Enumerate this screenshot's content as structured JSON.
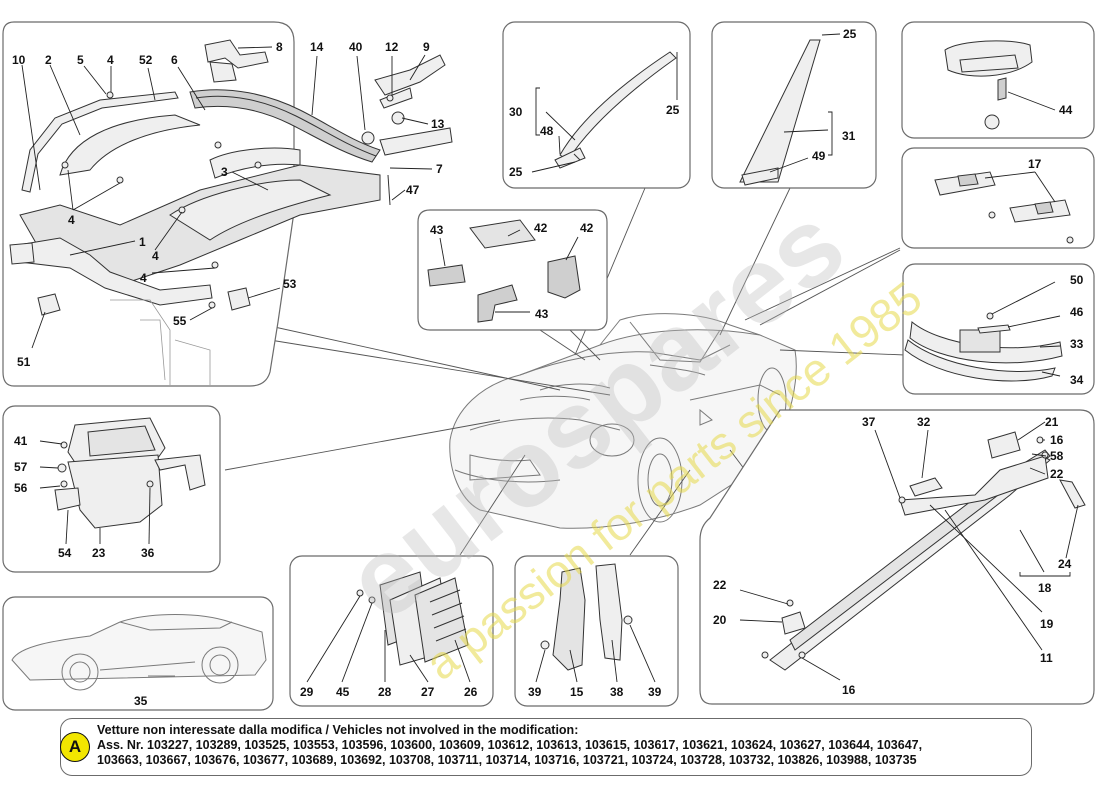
{
  "callouts": {
    "p1": [
      "10",
      "2",
      "5",
      "4",
      "52",
      "6",
      "8",
      "14",
      "40",
      "12",
      "9",
      "13",
      "7",
      "47",
      "3",
      "4",
      "4",
      "1",
      "4",
      "53",
      "55",
      "51"
    ],
    "p2": [
      "30",
      "48",
      "25",
      "25"
    ],
    "p3": [
      "25",
      "31",
      "49"
    ],
    "p4": [
      "44"
    ],
    "p5": [
      "17"
    ],
    "p6": [
      "43",
      "42",
      "42",
      "43"
    ],
    "p7": [
      "50",
      "46",
      "33",
      "34"
    ],
    "p8": [
      "41",
      "57",
      "56",
      "54",
      "23",
      "36"
    ],
    "p9": [
      "37",
      "32",
      "21",
      "16",
      "58",
      "22",
      "24",
      "18",
      "19",
      "11",
      "22",
      "20",
      "16"
    ],
    "p10": [
      "29",
      "45",
      "28",
      "27",
      "26"
    ],
    "p11": [
      "39",
      "15",
      "38",
      "39"
    ],
    "p12": [
      "35"
    ]
  },
  "note": {
    "badge": "A",
    "title": "Vetture non interessate dalla modifica / Vehicles not involved in the modification:",
    "line1": "Ass. Nr. 103227, 103289, 103525, 103553, 103596, 103600, 103609, 103612, 103613, 103615, 103617, 103621, 103624, 103627, 103644, 103647,",
    "line2": "103663, 103667, 103676, 103677, 103689, 103692, 103708, 103711, 103714, 103716, 103721, 103724, 103728, 103732, 103826, 103988, 103735"
  },
  "watermark": {
    "brand": "eurospares",
    "tagline": "a passion for parts since 1985"
  }
}
